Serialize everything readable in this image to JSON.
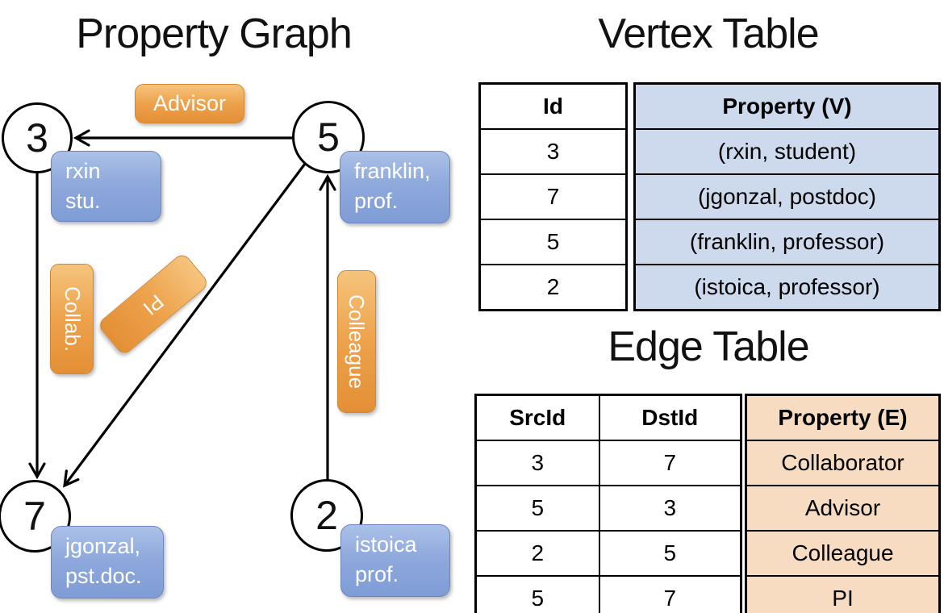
{
  "graph": {
    "title": "Property Graph",
    "nodes": [
      {
        "id": "3",
        "label_lines": [
          "rxin",
          "stu."
        ]
      },
      {
        "id": "5",
        "label_lines": [
          "franklin,",
          "prof."
        ]
      },
      {
        "id": "7",
        "label_lines": [
          "jgonzal,",
          "pst.doc."
        ]
      },
      {
        "id": "2",
        "label_lines": [
          "istoica",
          "prof."
        ]
      }
    ],
    "edge_labels": {
      "advisor": "Advisor",
      "collab": "Collab.",
      "pi": "PI",
      "colleague": "Colleague"
    },
    "edges": [
      {
        "from": "5",
        "to": "3",
        "label": "Advisor"
      },
      {
        "from": "3",
        "to": "7",
        "label": "Collab."
      },
      {
        "from": "5",
        "to": "7",
        "label": "PI"
      },
      {
        "from": "2",
        "to": "5",
        "label": "Colleague"
      }
    ]
  },
  "vertex_table": {
    "title": "Vertex Table",
    "columns": [
      "Id",
      "Property (V)"
    ],
    "rows": [
      [
        "3",
        "(rxin, student)"
      ],
      [
        "7",
        "(jgonzal, postdoc)"
      ],
      [
        "5",
        "(franklin, professor)"
      ],
      [
        "2",
        "(istoica, professor)"
      ]
    ]
  },
  "edge_table": {
    "title": "Edge Table",
    "columns": [
      "SrcId",
      "DstId",
      "Property (E)"
    ],
    "rows": [
      [
        "3",
        "7",
        "Collaborator"
      ],
      [
        "5",
        "3",
        "Advisor"
      ],
      [
        "2",
        "5",
        "Colleague"
      ],
      [
        "5",
        "7",
        "PI"
      ]
    ]
  },
  "colors": {
    "edge_label_box_top": "#f6c47e",
    "edge_label_box_bottom": "#e48f35",
    "vertex_label_box_top": "#abc1e8",
    "vertex_label_box_bottom": "#7e9cd6",
    "vertex_table_cell_bg": "#cdd9ec",
    "edge_table_cell_bg": "#f7dcc2",
    "line_color": "#000000",
    "node_fill": "#ffffff"
  }
}
